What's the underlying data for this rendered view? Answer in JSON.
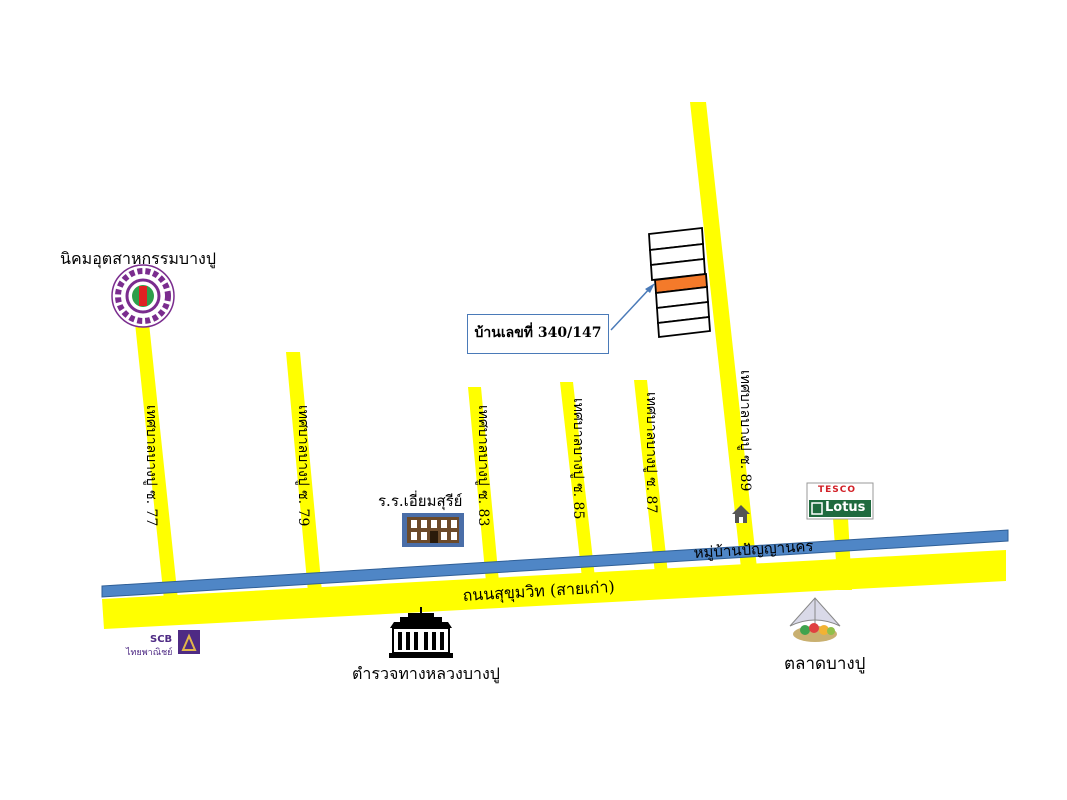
{
  "labels": {
    "industrial_estate": "นิคมอุตสาหกรรมบางปู",
    "soi_77": "เทศบาลบางปู ซ. 77",
    "soi_79": "เทศบาลบางปู ซ. 79",
    "soi_83": "เทศบาลบางปู ซ. 83",
    "soi_85": "เทศบาลบางปู ซ. 85",
    "soi_87": "เทศบาลบางปู ซ. 87",
    "soi_89": "เทศบาลบางปู ซ. 89",
    "school": "ร.ร.เอี่ยมสุรีย์",
    "village": "หมู่บ้านปัญญานคร",
    "main_road": "ถนนสุขุมวิท (สายเก่า)",
    "police": "ตำรวจทางหลวงบางปู",
    "market": "ตลาดบางปู",
    "scb_name": "SCB",
    "scb_thai": "ไทยพาณิชย์",
    "tesco": "TESCO",
    "lotus": "Lotus",
    "house_number": "บ้านเลขที่ 340/147"
  },
  "colors": {
    "road": "#ffff00",
    "canal": "#4f86c6",
    "highlight_unit": "#f47a2a",
    "callout_border": "#4a7ab8"
  }
}
